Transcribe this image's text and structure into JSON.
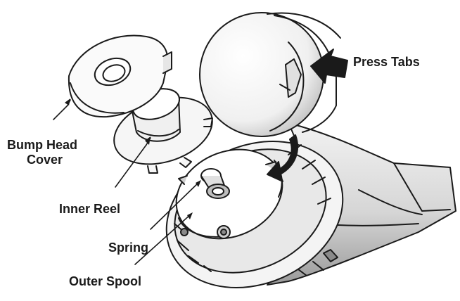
{
  "labels": {
    "press_tabs": "Press Tabs",
    "bump_head_cover_line1": "Bump Head",
    "bump_head_cover_line2": "Cover",
    "inner_reel": "Inner Reel",
    "spring": "Spring",
    "outer_spool": "Outer Spool"
  },
  "colors": {
    "ink": "#1a1a1a",
    "shade_light": "#eeeeee",
    "shade_mid": "#cfcfcf",
    "shade_dark": "#8a8a8a",
    "background": "#ffffff"
  }
}
